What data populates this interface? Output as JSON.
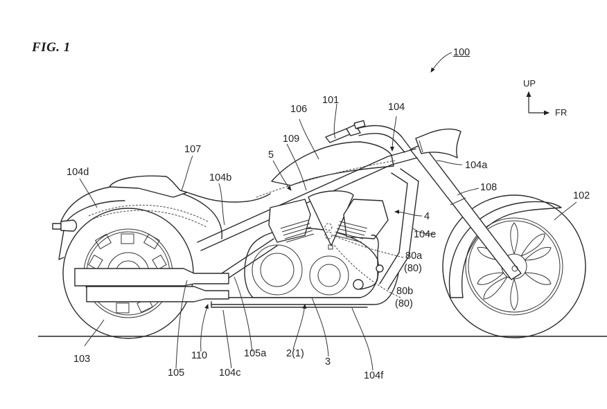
{
  "figure": {
    "title": "FIG. 1"
  },
  "reference_numeral": "100",
  "direction_indicator": {
    "up": "UP",
    "front": "FR"
  },
  "labels": {
    "l101": "101",
    "l104": "104",
    "l106": "106",
    "l109": "109",
    "l5": "5",
    "l107": "107",
    "l104d": "104d",
    "l104b": "104b",
    "l104a": "104a",
    "l108": "108",
    "l102": "102",
    "l4": "4",
    "l104e": "104e",
    "l80a": "80a",
    "l80a_group": "(80)",
    "l80b": "80b",
    "l80b_group": "(80)",
    "l103": "103",
    "l105": "105",
    "l110": "110",
    "l104c": "104c",
    "l105a": "105a",
    "l2_1": "2(1)",
    "l3": "3",
    "l104f": "104f"
  }
}
